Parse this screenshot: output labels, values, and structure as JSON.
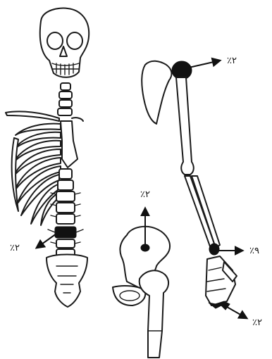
{
  "labels": {
    "shoulder": "٪۲",
    "spine": "٪۲",
    "pelvis": "٪۲",
    "wrist": "٪۹",
    "hand": "٪۲"
  },
  "colors": {
    "ink": "#111111",
    "background": "#ffffff"
  }
}
